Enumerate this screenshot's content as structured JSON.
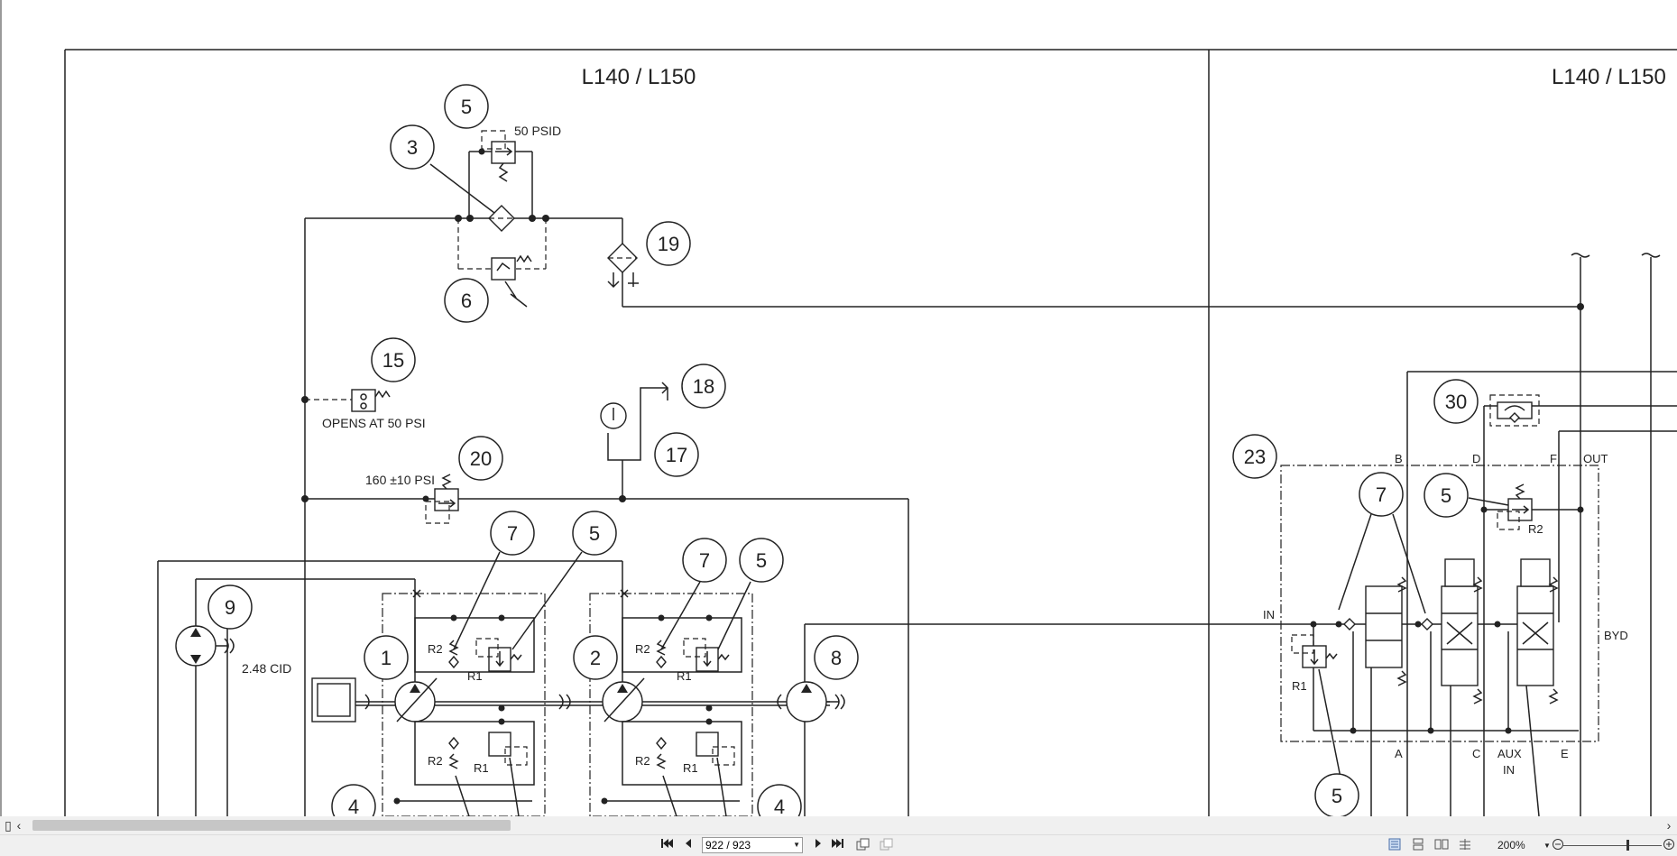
{
  "diagram": {
    "left_panel_title": "L140 / L150",
    "right_panel_title": "L140 / L150",
    "labels": {
      "psid": "50 PSID",
      "opens": "OPENS AT 50 PSI",
      "relief_setting": "160 ±10 PSI",
      "cid": "2.48 CID",
      "r1": "R1",
      "r2": "R2",
      "port_b": "B",
      "port_d": "D",
      "port_f": "F",
      "port_out": "OUT",
      "port_in": "IN",
      "port_byd": "BYD",
      "port_a": "A",
      "port_c": "C",
      "port_aux": "AUX",
      "port_aux_in": "IN",
      "port_e": "E"
    },
    "callouts": {
      "c3": "3",
      "c5a": "5",
      "c6": "6",
      "c19": "19",
      "c15": "15",
      "c18": "18",
      "c17": "17",
      "c20": "20",
      "c9": "9",
      "c1": "1",
      "c7a": "7",
      "c5b": "5",
      "c2": "2",
      "c7b": "7",
      "c5c": "5",
      "c8": "8",
      "c4a": "4",
      "c4b": "4",
      "c30": "30",
      "c23": "23",
      "c7c": "7",
      "c5d": "5",
      "c5e": "5"
    }
  },
  "statusbar": {
    "page_value": "922 / 923",
    "zoom_value": "200%",
    "icons": {
      "first": "first-page-icon",
      "prev": "previous-page-icon",
      "next": "next-page-icon",
      "last": "last-page-icon"
    }
  },
  "scrollbar": {
    "left_arrow": "‹",
    "right_arrow": "›"
  }
}
